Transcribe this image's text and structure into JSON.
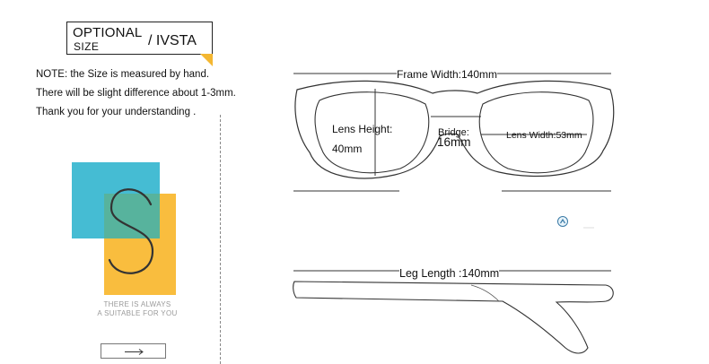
{
  "header": {
    "optional": "OPTIONAL",
    "size": "SIZE",
    "brand": "/ IVSTA"
  },
  "notes": [
    "NOTE:  the Size is measured by hand.",
    "There will be slight difference about 1-3mm.",
    "Thank you for your understanding ."
  ],
  "logo": {
    "letter": "S",
    "tagline_1": "THERE IS ALWAYS",
    "tagline_2": "A SUITABLE FOR YOU"
  },
  "next_button": {
    "icon": "arrow-right-icon"
  },
  "dimensions": {
    "frame_width": "Frame Width:140mm",
    "lens_height_label": "Lens Height:",
    "lens_height_value": "40mm",
    "bridge_label": "Bridge:",
    "bridge_value": "16mm",
    "lens_width": "Lens Width:53mm",
    "leg_length": "Leg Length :140mm"
  },
  "colors": {
    "blue": "#45bcd3",
    "yellow": "#f9bd3e",
    "teal": "#57b39d",
    "outline": "#333333"
  }
}
